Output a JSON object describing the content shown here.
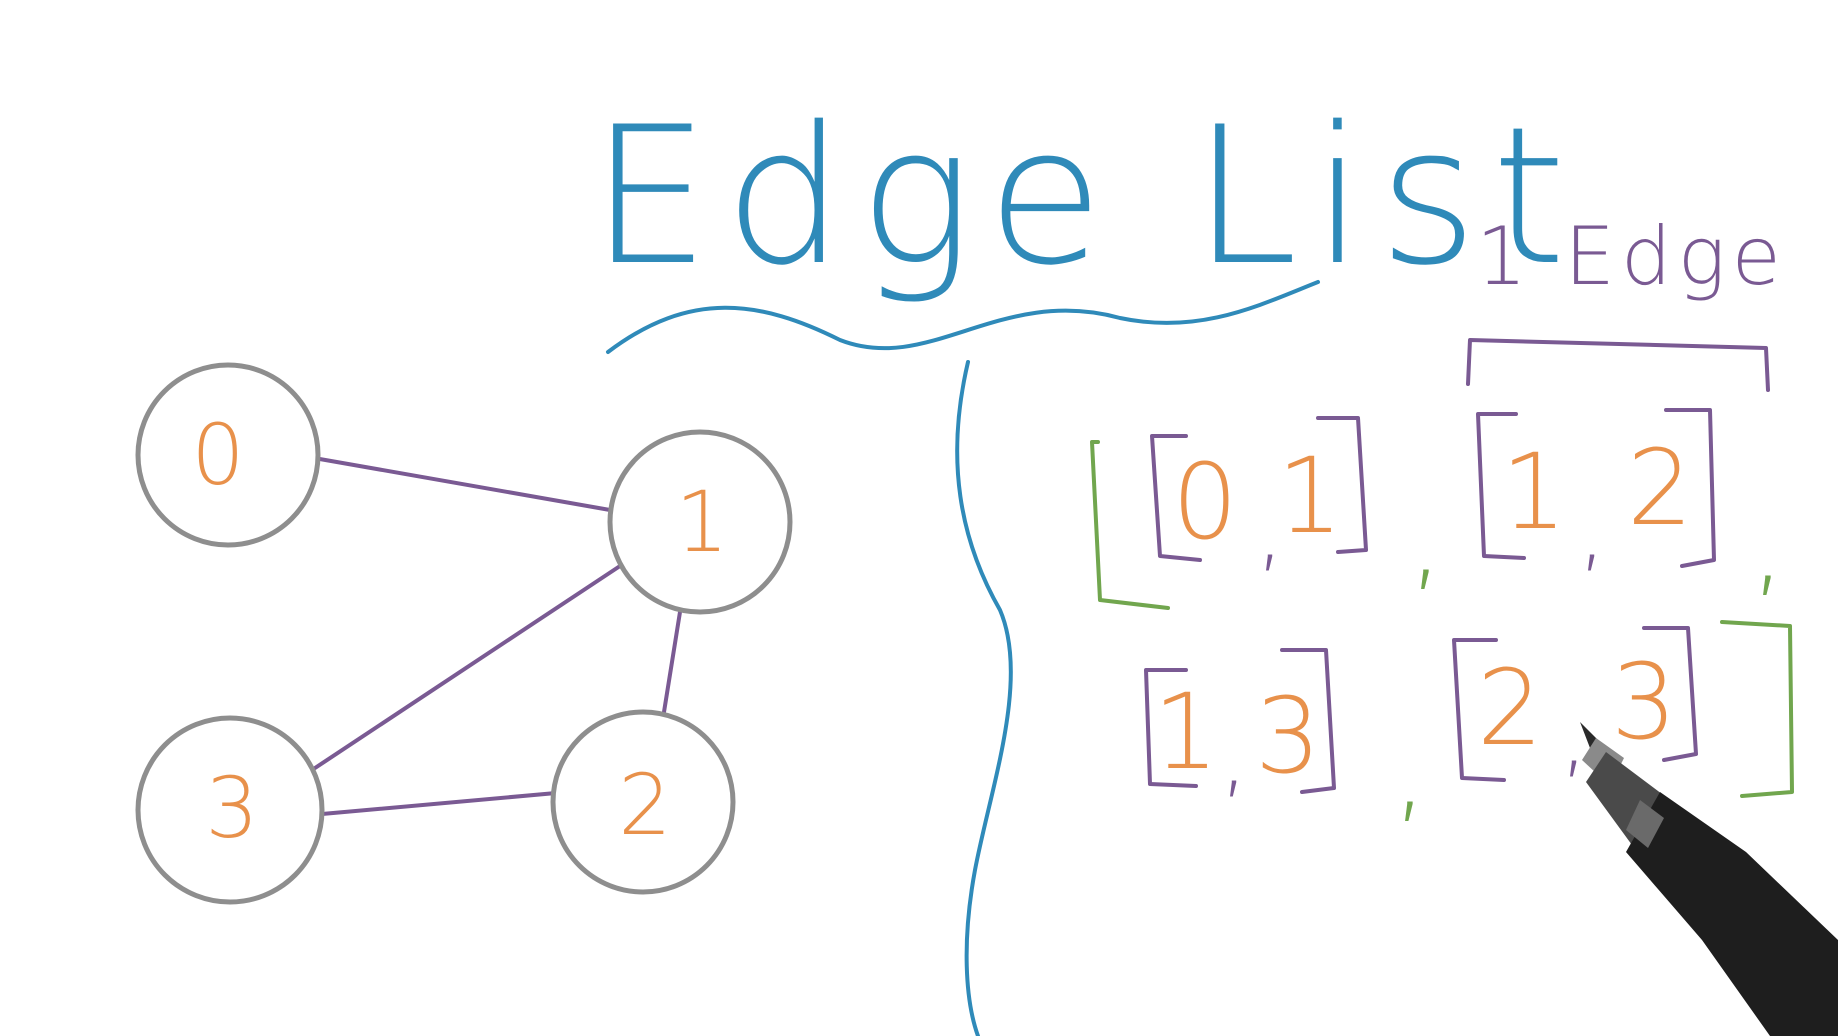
{
  "title": "Edge List",
  "brace_label": "1 Edge",
  "nodes": [
    {
      "id": "0",
      "label": "0"
    },
    {
      "id": "1",
      "label": "1"
    },
    {
      "id": "2",
      "label": "2"
    },
    {
      "id": "3",
      "label": "3"
    }
  ],
  "edges": [
    {
      "from": "0",
      "to": "1"
    },
    {
      "from": "1",
      "to": "3"
    },
    {
      "from": "1",
      "to": "2"
    },
    {
      "from": "3",
      "to": "2"
    }
  ],
  "edge_list": [
    {
      "a": "0",
      "b": "1"
    },
    {
      "a": "1",
      "b": "2"
    },
    {
      "a": "1",
      "b": "3"
    },
    {
      "a": "2",
      "b": "3"
    }
  ],
  "colors": {
    "title": "#2f8ab9",
    "node_stroke": "#8e8e8e",
    "node_label": "#e8914b",
    "graph_edge": "#7a5a93",
    "inner_bracket": "#7a5a93",
    "outer_bracket": "#71a64e"
  }
}
